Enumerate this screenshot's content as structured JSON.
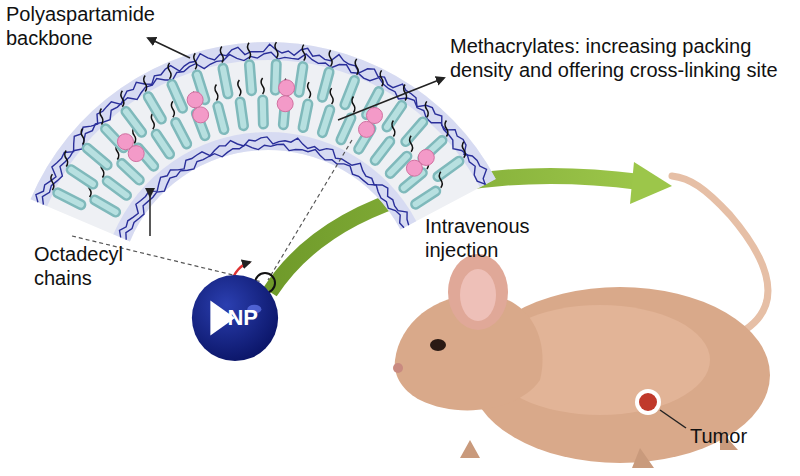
{
  "diagram": {
    "nodes": [
      {
        "text": [
          "NP"
        ]
      }
    ],
    "labels": [
      "Polyaspartamide backbone",
      "Methacrylates: increasing packing density and offering cross-linking site",
      "Octadecyl chains",
      "Intravenous injection",
      "Tumor"
    ]
  }
}
